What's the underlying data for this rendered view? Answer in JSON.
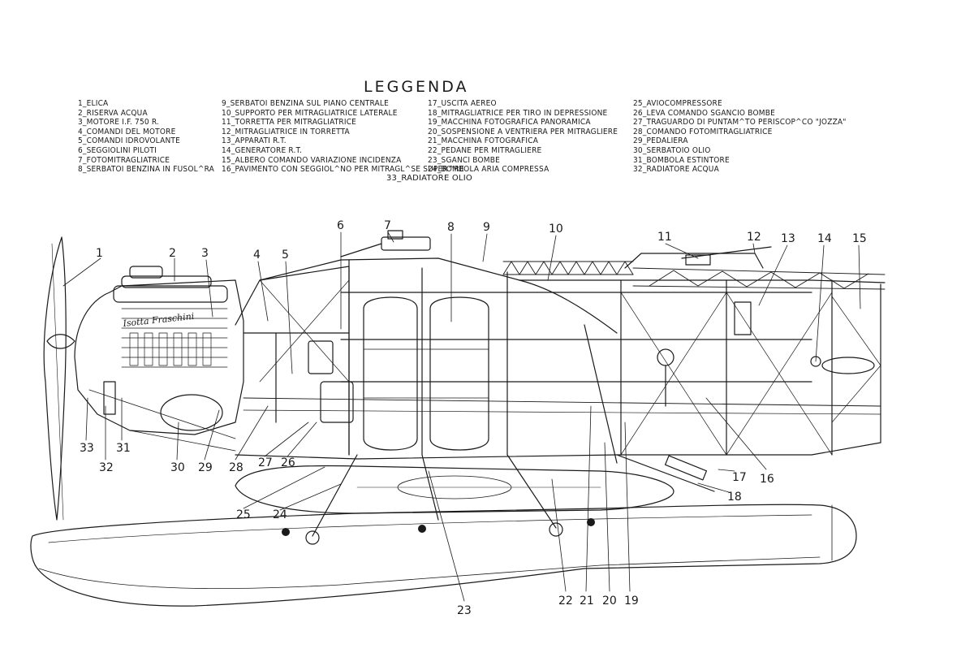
{
  "legend": {
    "title": "LEGGENDA",
    "columns": [
      [
        "1_ELICA",
        "2_RISERVA ACQUA",
        "3_MOTORE I.F. 750 R.",
        "4_COMANDI DEL MOTORE",
        "5_COMANDI IDROVOLANTE",
        "6_SEGGIOLINI PILOTI",
        "7_FOTOMITRAGLIATRICE",
        "8_SERBATOI BENZINA IN FUSOL^RA"
      ],
      [
        "9_SERBATOI BENZINA SUL PIANO CENTRALE",
        "10_SUPPORTO PER MITRAGLIATRICE LATERALE",
        "11_TORRETTA PER MITRAGLIATRICE",
        "12_MITRAGLIATRICE IN TORRETTA",
        "13_APPARATI R.T.",
        "14_GENERATORE R.T.",
        "15_ALBERO COMANDO VARIAZIONE INCIDENZA",
        "16_PAVIMENTO CON SEGGIOL^NO PER MITRAGL^SE SUPER^RE"
      ],
      [
        "17_USCITA AEREO",
        "18_MITRAGLIATRICE PER TIRO IN DEPRESSIONE",
        "19_MACCHINA FOTOGRAFICA PANORAMICA",
        "20_SOSPENSIONE A VENTRIERA PER MITRAGLIERE",
        "21_MACCHINA FOTOGRAFICA",
        "22_PEDANE PER MITRAGLIERE",
        "23_SGANCI BOMBE",
        "24_BOMBOLA ARIA COMPRESSA"
      ],
      [
        "25_AVIOCOMPRESSORE",
        "26_LEVA COMANDO SGANCIO BOMBE",
        "27_TRAGUARDO DI PUNTAM^TO PERISCOP^CO \"JOZZA\"",
        "28_COMANDO FOTOMITRAGLIATRICE",
        "29_PEDALIERA",
        "30_SERBATOIO OLIO",
        "31_BOMBOLA ESTINTORE",
        "32_RADIATORE ACQUA"
      ]
    ],
    "last_entry": "33_RADIATORE OLIO"
  },
  "engine_inscription": "Isotta Fraschini",
  "callout_numbers": [
    "1",
    "2",
    "3",
    "4",
    "5",
    "6",
    "7",
    "8",
    "9",
    "10",
    "11",
    "12",
    "13",
    "14",
    "15",
    "16",
    "17",
    "18",
    "19",
    "20",
    "21",
    "22",
    "23",
    "24",
    "25",
    "26",
    "27",
    "28",
    "29",
    "30",
    "31",
    "32",
    "33"
  ],
  "colors": {
    "ink": "#1a1a1a",
    "paper": "#ffffff"
  }
}
